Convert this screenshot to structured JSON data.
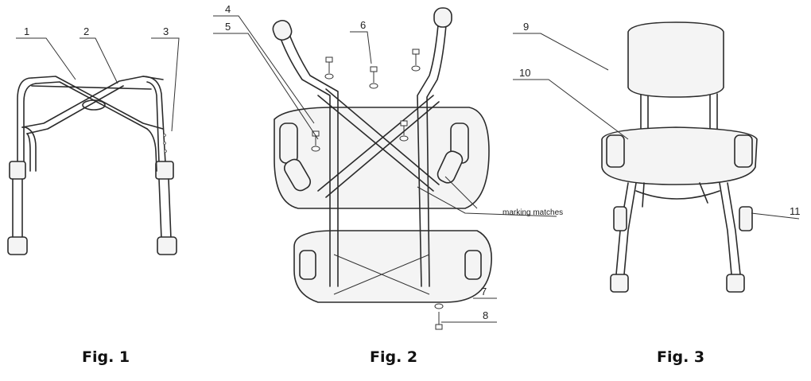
{
  "figures": [
    {
      "caption": "Fig. 1",
      "callouts": [
        "1",
        "2",
        "3"
      ]
    },
    {
      "caption": "Fig. 2",
      "callouts": [
        "4",
        "5",
        "6",
        "7",
        "8"
      ],
      "note": "marking matches"
    },
    {
      "caption": "Fig. 3",
      "callouts": [
        "9",
        "10",
        "11"
      ]
    }
  ]
}
